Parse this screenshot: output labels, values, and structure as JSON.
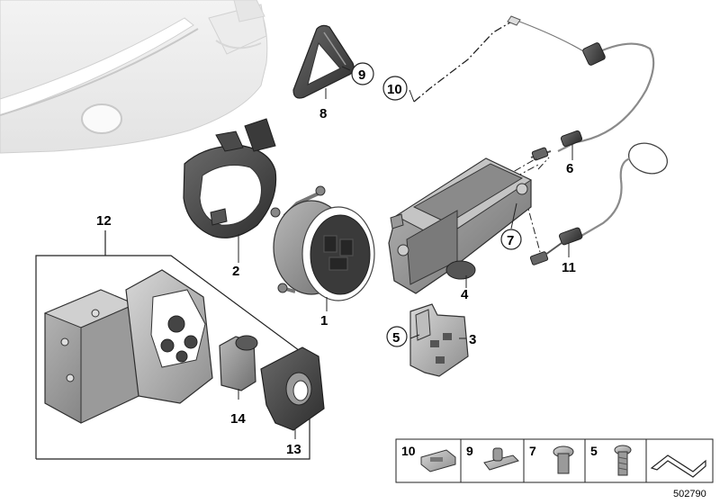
{
  "diagram": {
    "callouts": [
      {
        "id": "c1",
        "label": "1",
        "circled": false
      },
      {
        "id": "c2",
        "label": "2",
        "circled": false
      },
      {
        "id": "c3",
        "label": "3",
        "circled": false
      },
      {
        "id": "c4",
        "label": "4",
        "circled": false
      },
      {
        "id": "c5",
        "label": "5",
        "circled": true
      },
      {
        "id": "c6",
        "label": "6",
        "circled": false
      },
      {
        "id": "c7",
        "label": "7",
        "circled": true
      },
      {
        "id": "c8",
        "label": "8",
        "circled": false
      },
      {
        "id": "c9",
        "label": "9",
        "circled": true
      },
      {
        "id": "c10",
        "label": "10",
        "circled": true
      },
      {
        "id": "c11",
        "label": "11",
        "circled": false
      },
      {
        "id": "c12",
        "label": "12",
        "circled": false
      },
      {
        "id": "c13",
        "label": "13",
        "circled": false
      },
      {
        "id": "c14",
        "label": "14",
        "circled": false
      }
    ],
    "legend": [
      "10",
      "9",
      "7",
      "5"
    ],
    "document_number": "502790"
  }
}
